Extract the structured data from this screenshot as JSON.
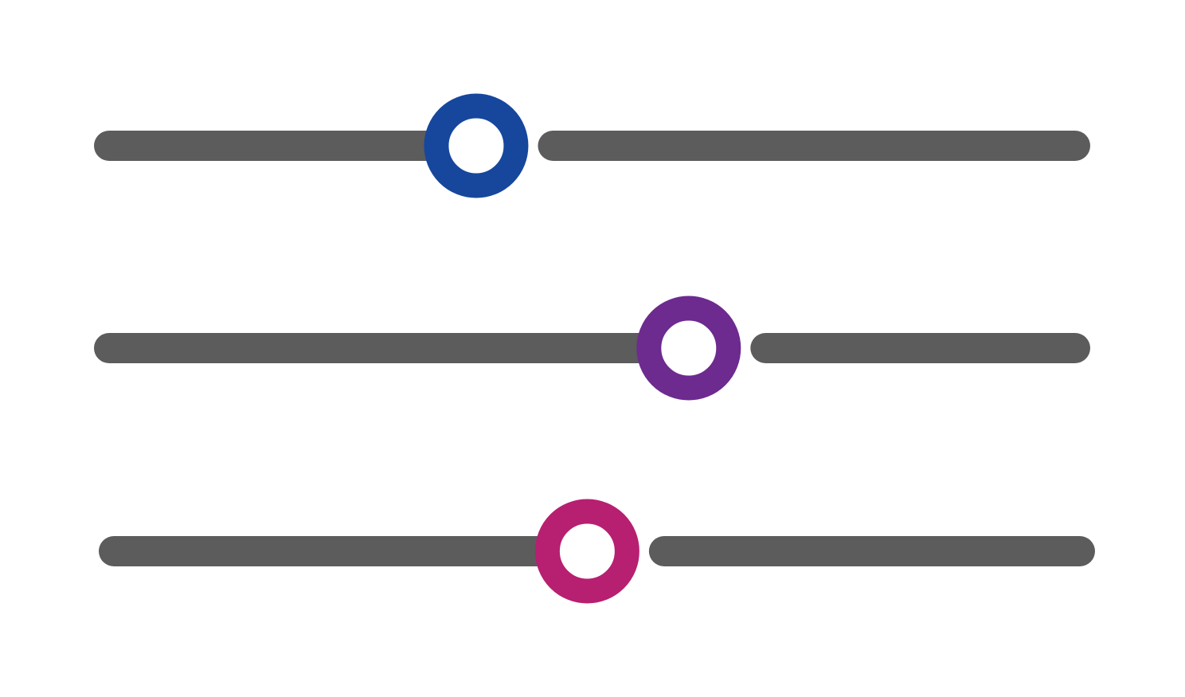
{
  "colors": {
    "background": "#ffffff",
    "track": "#5c5c5c",
    "knob_fill": "#ffffff"
  },
  "sliders": [
    {
      "id": "slider-1",
      "value": 0.38,
      "knob_color": "#16479d"
    },
    {
      "id": "slider-2",
      "value": 0.6,
      "knob_color": "#6d2a8f"
    },
    {
      "id": "slider-3",
      "value": 0.49,
      "knob_color": "#b71f71"
    }
  ]
}
